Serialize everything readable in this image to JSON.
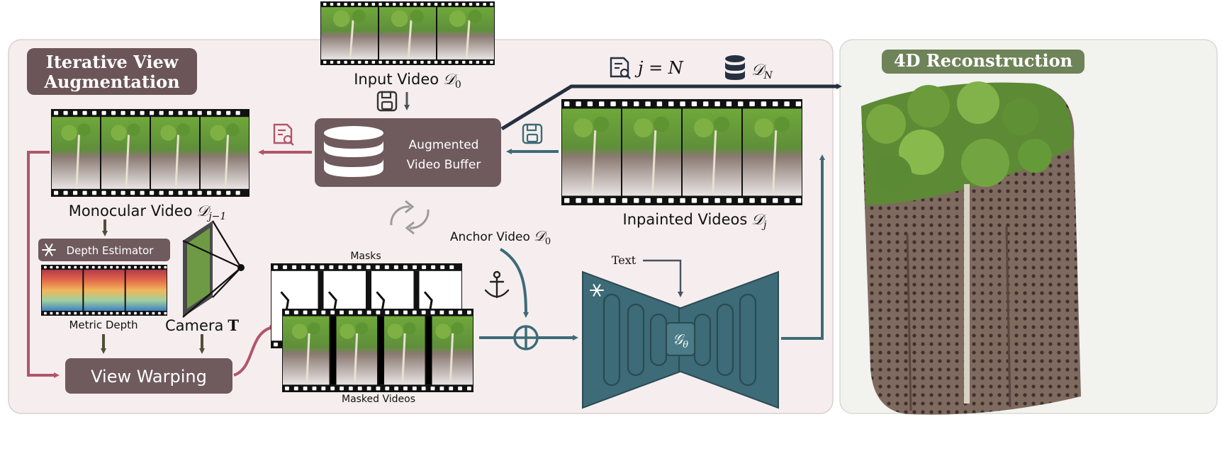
{
  "panels": {
    "left_title_line1": "Iterative View",
    "left_title_line2": "Augmentation",
    "right_title": "4D Reconstruction"
  },
  "labels": {
    "input_video": "Input Video",
    "input_video_math": "𝒟",
    "input_video_sub": "0",
    "monocular_video": "Monocular Video",
    "monocular_math": "𝒟",
    "monocular_sub": "j−1",
    "inpainted_videos": "Inpainted Videos",
    "inpainted_math": "𝒟",
    "inpainted_sub": "j",
    "depth_estimator": "Depth Estimator",
    "metric_depth": "Metric Depth",
    "camera": "Camera",
    "camera_math": "T",
    "view_warping": "View Warping",
    "masks": "Masks",
    "masked_videos": "Masked Videos",
    "anchor_video": "Anchor Video",
    "anchor_math": "𝒟",
    "anchor_sub": "0",
    "text_input": "Text",
    "generator_math": "𝒢",
    "generator_sub": "θ",
    "buffer_line1": "Augmented",
    "buffer_line2": "Video Buffer",
    "condition": "j = N",
    "final_math": "𝒟",
    "final_sub": "N"
  },
  "colors": {
    "panel_left": "#f6eeee",
    "panel_right": "#f2f2ef",
    "title_left_bg": "#6b5558",
    "title_right_bg": "#6e8358",
    "buffer_box": "#6f5a5e",
    "teal": "#3d6b77",
    "pink_arrow": "#b0566a",
    "olive_arrow": "#4f4f38",
    "navy": "#253040"
  },
  "icons": [
    "file-search-icon",
    "save-icon",
    "database-icon",
    "snowflake-icon",
    "cycle-icon",
    "anchor-icon",
    "plus-circle-icon",
    "camera-frustum-icon"
  ]
}
